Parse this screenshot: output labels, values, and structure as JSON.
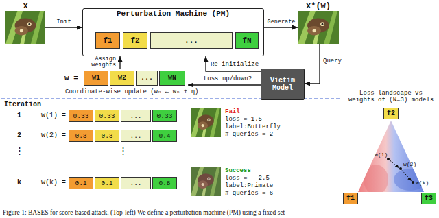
{
  "diagram": {
    "caption": "Figure 1: BASES for score-based attack. (Top-left) We define a perturbation machine (PM) using a fixed set",
    "nodes": [
      {
        "text": [
          "x"
        ]
      },
      {
        "text": [
          "Perturbation Machine (PM)"
        ]
      },
      {
        "text": [
          "f1"
        ],
        "in": 1
      },
      {
        "text": [
          "f2"
        ],
        "in": 1
      },
      {
        "text": [
          "..."
        ],
        "in": 1
      },
      {
        "text": [
          "fN"
        ],
        "in": 1
      },
      {
        "text": [
          "x*(w)"
        ]
      },
      {
        "text": [
          "Victim Model"
        ]
      },
      {
        "text": [
          "w ="
        ]
      },
      {
        "text": [
          "w1"
        ],
        "in": 8
      },
      {
        "text": [
          "w2"
        ],
        "in": 8
      },
      {
        "text": [
          "..."
        ],
        "in": 8
      },
      {
        "text": [
          "wN"
        ],
        "in": 8
      }
    ],
    "edges": [
      {
        "from": 0,
        "to": 1,
        "label": "Init",
        "arrow": "to"
      },
      {
        "from": 1,
        "to": 6,
        "label": "Generate",
        "arrow": "to"
      },
      {
        "from": 6,
        "to": 7,
        "label": "Query",
        "arrow": "to"
      },
      {
        "from": 7,
        "to": 1,
        "label": "Re-initialize",
        "arrow": "to"
      },
      {
        "from": 7,
        "to": 8,
        "label": "Loss up/down?",
        "arrow": "to"
      },
      {
        "from": 8,
        "to": 1,
        "label": "Assign weights",
        "arrow": "to"
      }
    ],
    "labels": [
      "Coordinate-wise update (wₙ ← wₙ ± η)",
      "Iteration",
      "1",
      "w(1) =",
      "0.33",
      "0.33",
      "...",
      "0.33",
      "2",
      "w(2) =",
      "0.3",
      "0.3",
      "...",
      "0.4",
      "⋮",
      "⋮",
      "k",
      "w(k) =",
      "0.1",
      "0.1",
      "...",
      "0.8",
      "Fail",
      "loss = 1.5",
      "label:Butterfly",
      "# queries = 2",
      "Success",
      "loss = - 2.5",
      "label:Primate",
      "# queries = 6",
      "Loss landscape vs weights of (N=3) models",
      "f2",
      "f1",
      "f3",
      "w(1)",
      "w(2)",
      "w(k)"
    ]
  }
}
